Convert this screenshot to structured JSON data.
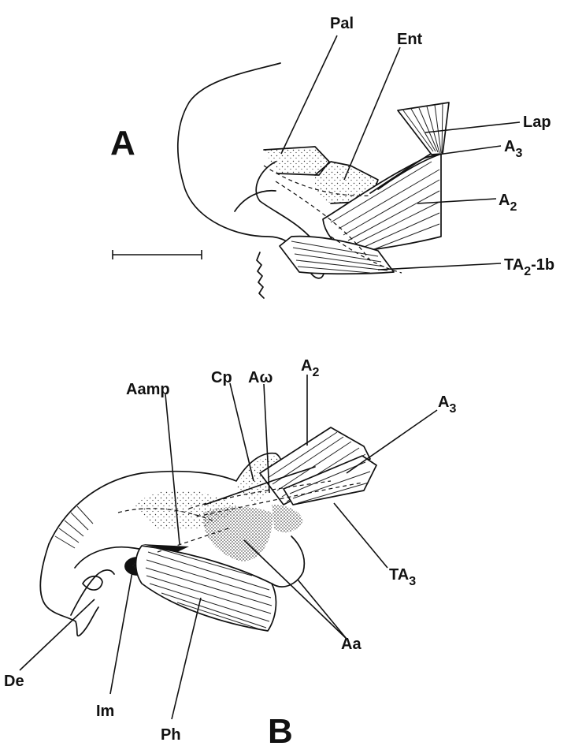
{
  "panel_a": {
    "panel_label": "A",
    "labels": {
      "pal": "Pal",
      "ent": "Ent",
      "lap": "Lap",
      "a3_base": "A",
      "a3_sub": "3",
      "a2_base": "A",
      "a2_sub": "2",
      "ta_base": "TA",
      "ta_sub": "2",
      "ta_rest": "-1b"
    }
  },
  "panel_b": {
    "panel_label": "B",
    "labels": {
      "aamp": "Aamp",
      "cp": "Cp",
      "aw": "Aω",
      "a2_base": "A",
      "a2_sub": "2",
      "a3_base": "A",
      "a3_sub": "3",
      "ta3_base": "TA",
      "ta3_sub": "3",
      "aa": "Aa",
      "de": "De",
      "im": "Im",
      "ph": "Ph"
    }
  },
  "colors": {
    "ink": "#111111",
    "paper": "#ffffff"
  }
}
